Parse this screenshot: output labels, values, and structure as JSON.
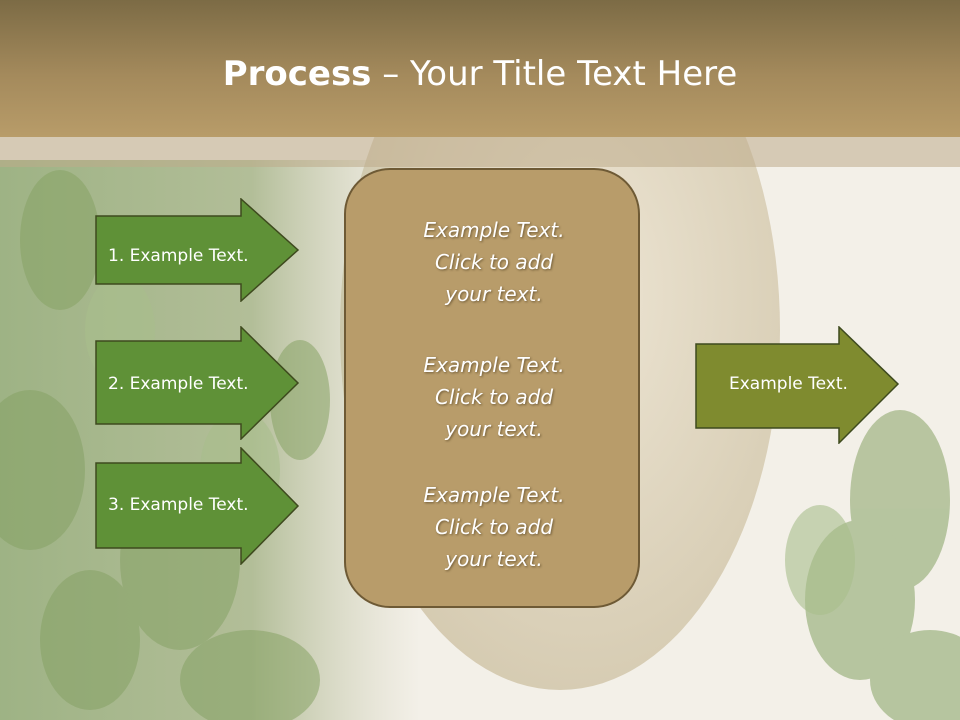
{
  "slide": {
    "title_bold": "Process",
    "title_rest": " – Your Title Text Here"
  },
  "inputs": [
    {
      "label": "1. Example Text."
    },
    {
      "label": "2. Example Text."
    },
    {
      "label": "3. Example Text."
    }
  ],
  "center": {
    "paragraphs": [
      {
        "line1": "Example Text.",
        "line2": "Click  to add",
        "line3": "your text."
      },
      {
        "line1": "Example Text.",
        "line2": "Click  to add",
        "line3": "your text."
      },
      {
        "line1": "Example Text.",
        "line2": "Click  to add",
        "line3": "your text."
      }
    ]
  },
  "output": {
    "label": "Example Text."
  },
  "colors": {
    "header": "#a48a5c",
    "input_arrow_fill": "#5f9137",
    "output_arrow_fill": "#7f8b2f",
    "center_box_fill": "#b89c6a",
    "outline": "#3e4a1e"
  }
}
